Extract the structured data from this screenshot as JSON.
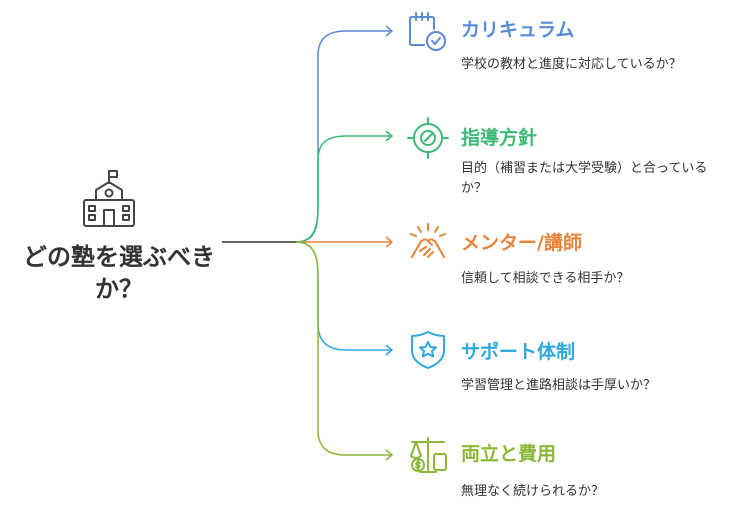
{
  "center": {
    "title_line1": "どの塾を選ぶべき",
    "title_line2": "か？",
    "icon": "school-building-icon"
  },
  "colors": {
    "curriculum": "#5b8ad6",
    "policy": "#3cba75",
    "mentor": "#e8833a",
    "support": "#2ea8dd",
    "balance": "#8cb83a"
  },
  "items": [
    {
      "title": "カリキュラム",
      "desc": "学校の教材と進度に対応しているか？",
      "icon": "calendar-check-icon"
    },
    {
      "title": "指導方針",
      "desc": "目的（補習または大学受験）と合っているか？",
      "icon": "target-compass-icon"
    },
    {
      "title": "メンター/講師",
      "desc": "信頼して相談できる相手か？",
      "icon": "handshake-icon"
    },
    {
      "title": "サポート体制",
      "desc": "学習管理と進路相談は手厚いか？",
      "icon": "shield-star-icon"
    },
    {
      "title": "両立と費用",
      "desc": "無理なく続けられるか？",
      "icon": "money-balance-icon"
    }
  ]
}
